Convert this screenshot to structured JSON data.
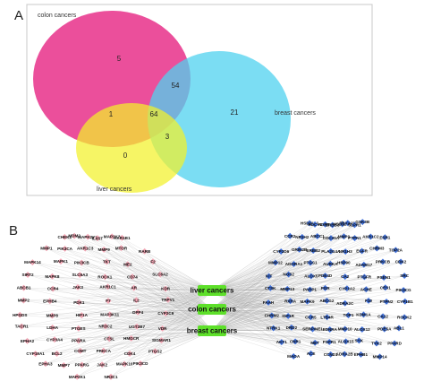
{
  "panels": {
    "a_letter": "A",
    "b_letter": "B"
  },
  "venn": {
    "sets": {
      "colon": "colon cancers",
      "liver": "liver cancers",
      "breast": "breast cancers"
    },
    "colors": {
      "colon": "#e8308a",
      "breast": "#4fd2ef",
      "liver": "#f3f12a",
      "border": "#c8c8c8"
    },
    "regions": {
      "colon_only": "5",
      "colon_breast": "54",
      "breast_only": "21",
      "colon_liver": "1",
      "all_three": "64",
      "liver_breast": "3",
      "liver_only": "0"
    }
  },
  "network": {
    "hubs": [
      "liver cancers",
      "colon cancers",
      "breast cancers"
    ],
    "colors": {
      "left_node": "#f2a7b5",
      "right_node": "#3f6fd8",
      "hub_node": "#5ee02a",
      "edge": "#9a9a9a"
    },
    "left_genes": [
      "CHEK1",
      "MDM2",
      "MAPK2K5",
      "IL6ST",
      "MAP2K3",
      "AKR1B1",
      "MMP1",
      "PIK3CA",
      "AKR1C3",
      "MMP9",
      "MTOR",
      "RARB",
      "MAPK14",
      "MAPK1",
      "PIK3CB",
      "TKT",
      "ME2",
      "F2",
      "SIRT2",
      "MAPK8",
      "SLC6A3",
      "ROCK1",
      "CD74",
      "SLC6A2",
      "ABCB1",
      "CCR4",
      "JAK3",
      "AKR1C1",
      "AR",
      "KDR",
      "MMP2",
      "EPHB4",
      "PDK1",
      "F7",
      "IL2",
      "TRPV1",
      "HPGDS",
      "MMP8",
      "HIF1A",
      "MAP3K11",
      "DPP4",
      "CYP2C9",
      "TACR1",
      "LDHA",
      "PTGES",
      "NR3C2",
      "UGT2B7",
      "VDR",
      "EPHA2",
      "CYP3A4",
      "PPARA",
      "CTSL",
      "HMGCR",
      "SIGMAR1",
      "CYP19A1",
      "BCL2",
      "COMT",
      "PRKCA",
      "CDK4",
      "PTGS2",
      "EPHA3",
      "MMP7",
      "PPARG",
      "JAK2",
      "MAPK10",
      "PIK3CD",
      "MAP2K1",
      "NR3C1"
    ],
    "right_genes": [
      "HSD11B1",
      "ADCY1",
      "ADRB1",
      "ERBB3",
      "HSD11B2",
      "TBXA2R",
      "S1PR1",
      "GSK3B",
      "CCR2",
      "NR1H2",
      "ABCC1",
      "CDC25A",
      "MMP3",
      "PTPN1",
      "AKR1C2",
      "ESR1",
      "CYP2D6",
      "GRIN2B",
      "ERBB2",
      "PLA2G4A",
      "NR1H3",
      "EGFR",
      "CHRM3",
      "TOP2A",
      "MMP12",
      "ADORA1",
      "PTGS1",
      "AURKA",
      "HSP90",
      "ADAM17",
      "PRKCB",
      "CDK2",
      "KIT",
      "NOS2",
      "ALOX5",
      "PDE4D",
      "CA2",
      "PTGFR",
      "PSEN1",
      "SRC",
      "CTSK",
      "MMP13",
      "PARP1",
      "PGR",
      "CYP1A2",
      "ACHE",
      "CES1",
      "PIK3CG",
      "FAAH",
      "RXRA",
      "MAPK9",
      "ABCG2",
      "ADRA2C",
      "F10",
      "PTPN2",
      "CYP1B1",
      "CHRM2",
      "IGF1R",
      "CCR5",
      "LTB4R",
      "TOP1",
      "KDM1A",
      "CA12",
      "ROCK2",
      "NTRK1",
      "DRD2",
      "SERPINE1",
      "EDNRA",
      "MMP10",
      "ALOX12",
      "PDE5A",
      "ABL1",
      "AKT1",
      "CNR1",
      "MET",
      "FGFR1",
      "ALOX15",
      "SYK",
      "TYK2",
      "PPARD",
      "MAOA",
      "ACE",
      "CCND1",
      "ADRA2B",
      "EPHB1",
      "MMP14"
    ]
  }
}
